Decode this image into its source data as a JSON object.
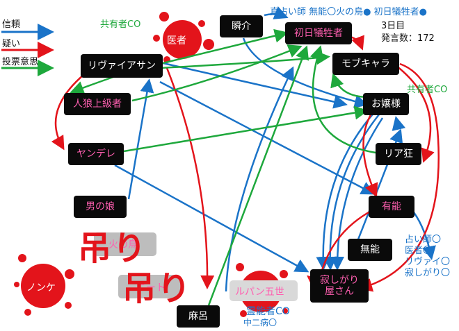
{
  "legend": {
    "trust": "信頼",
    "doubt": "疑い",
    "vote": "投票意思",
    "colors": {
      "trust": "#1a73c8",
      "doubt": "#e3141b",
      "vote": "#1ea83c"
    }
  },
  "header": {
    "seer_claim": "真占い師 無能〇火の鳥● 初日犠牲者●",
    "day": "3日目",
    "utterances": "発言数：172"
  },
  "labels": {
    "co_sharer_top": "共有者CO",
    "co_sharer_right": "共有者CO",
    "fortune_results": [
      "占い師〇",
      "医者〇",
      "リヴァイ〇",
      "寂しがり〇"
    ],
    "medium_co": "霊能者CO",
    "chunibyo": "中二病〇"
  },
  "nodes": {
    "shunsuke": "瞬介",
    "first_victim": "初日犠牲者",
    "mob_chara": "モブキャラ",
    "ojousama": "お嬢様",
    "levi": "リヴァイアサン",
    "werewolf_boss": "人狼上級者",
    "yandere": "ヤンデレ",
    "ria_kyo": "リア狂",
    "yuuno": "有能",
    "otoko_no_ko": "男の娘",
    "muno": "無能",
    "sabishigari_1": "寂しがり",
    "sabishigari_2": "屋さん",
    "maro": "麻呂",
    "lupin": "ルパン五世"
  },
  "dead": {
    "doctor": "医者",
    "nonke": "ノンケ",
    "hanged_1": "火の鳥",
    "hanged_2": "ニート"
  },
  "hang_marks": [
    "吊り",
    "吊り"
  ]
}
